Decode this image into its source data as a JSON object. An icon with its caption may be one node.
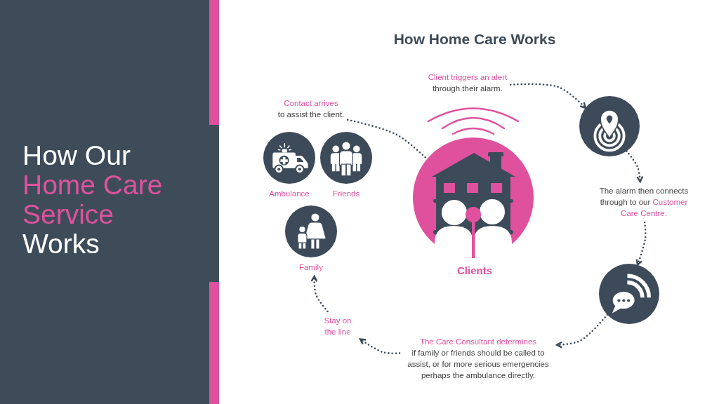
{
  "diagram": {
    "title": "How Home Care Works",
    "nodes": [
      {
        "text": [
          "Client triggers an alert",
          "through their alarm."
        ]
      },
      {
        "text": [],
        "shape": "circle"
      },
      {
        "text": [
          "The alarm then connects through to our **Customer Care Centre.**"
        ]
      },
      {
        "text": [],
        "shape": "circle"
      },
      {
        "text": [
          "The Care Consultant determines",
          "if family or friends should be called to assist, or for more serious emergencies perhaps the ambulance directly."
        ]
      },
      {
        "text": [
          "Stay on the line"
        ]
      },
      {
        "text": [
          "Family"
        ]
      },
      {
        "text": [
          "Ambulance"
        ]
      },
      {
        "text": [
          "Friends"
        ]
      },
      {
        "text": [
          "Contact arrives",
          "to assist the client."
        ]
      },
      {
        "text": [
          "Clients"
        ]
      }
    ],
    "edges": [
      {
        "from": 0,
        "to": 1,
        "arrow": "to"
      },
      {
        "from": 1,
        "to": 2,
        "arrow": "to"
      },
      {
        "from": 2,
        "to": 3,
        "arrow": "to"
      },
      {
        "from": 3,
        "to": 4,
        "arrow": "to"
      },
      {
        "from": 4,
        "to": 5,
        "arrow": "to"
      },
      {
        "from": 5,
        "to": 6,
        "arrow": "to"
      },
      {
        "from": 9,
        "to": 10,
        "arrow": "none"
      }
    ],
    "labels": [
      "How Our **Home Care Service** Works"
    ]
  }
}
